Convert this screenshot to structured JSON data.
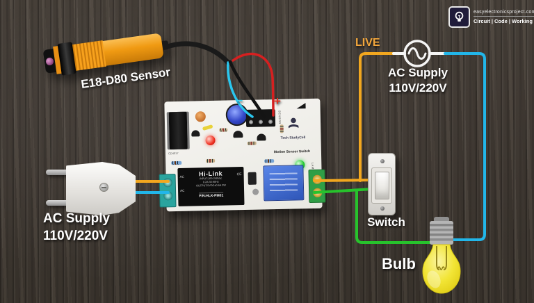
{
  "brand": {
    "site": "easyelectronicsproject.com",
    "tagline": "Circuit | Code | Working"
  },
  "labels": {
    "sensor": "E18-D80 Sensor",
    "ac_left_line1": "AC Supply",
    "ac_left_line2": "110V/220V",
    "live": "LIVE",
    "ac_right_line1": "AC Supply",
    "ac_right_line2": "110V/220V",
    "switch": "Switch",
    "bulb": "Bulb",
    "sensor_minus": "−",
    "sensor_plus": "+"
  },
  "pcb": {
    "maker": "Tech StudyCell",
    "board_title": "Motion Sensor Switch",
    "ic_label": "CD4017",
    "sensor_port": "SENSOR",
    "lamp_port": "LAMP",
    "module": {
      "name": "Hi-Link",
      "spec_line1": "INPUT:100-240Vac",
      "spec_line2": "0.2A 50-60Hz",
      "spec_line3": "OUTPUT:5VDC±0.6A 3W",
      "part_number": "P/N:HLK-PM01",
      "ac_terminal1": "AC",
      "ac_terminal2": "AC",
      "cert": "CE"
    }
  },
  "colors": {
    "live_wire": "#f2a71f",
    "neutral_wire": "#22b6e9",
    "load_wire": "#27c32c",
    "sensor_cable": "#1a1a1a",
    "sensor_minus_wire": "#2ac6ee",
    "sensor_signal_wire": "#141414",
    "sensor_plus_wire": "#d62020",
    "ac_symbol": "#f5f5f5"
  }
}
